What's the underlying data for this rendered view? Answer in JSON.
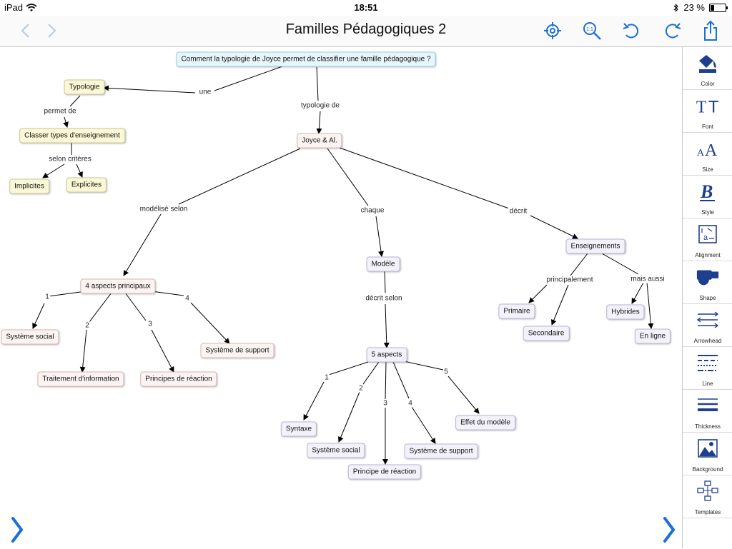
{
  "status": {
    "device": "iPad",
    "time": "18:51",
    "battery": "23 %",
    "battery_level": 0.23
  },
  "nav": {
    "title": "Familles Pédagogiques  2",
    "accent": "#1a6fd8"
  },
  "map": {
    "nodes": {
      "question": "Comment la typologie de Joyce permet de classifier une famille pédagogique ?",
      "typologie": "Typologie",
      "classer": "Classer types d'enseignement",
      "implicites": "Implicites",
      "explicites": "Explicites",
      "joyce": "Joyce & Al.",
      "aspects4": "4 aspects principaux",
      "systeme_social_1": "Système social",
      "traitement": "Traitement d'information",
      "principes": "Principes de réaction",
      "systeme_support_1": "Système de support",
      "modele": "Modèle",
      "aspects5": "5 aspects",
      "syntaxe": "Syntaxe",
      "systeme_social_2": "Système social",
      "principe_reaction": "Principe de réaction",
      "systeme_support_2": "Système de support",
      "effet": "Effet du modèle",
      "enseignements": "Enseignements",
      "primaire": "Primaire",
      "secondaire": "Secondaire",
      "hybrides": "Hybrides",
      "en_ligne": "En ligne"
    },
    "links": {
      "une": "une",
      "typologie_de": "typologie de",
      "permet_de": "permet de",
      "selon_criteres": "selon critères",
      "modelise_selon": "modélisé selon",
      "chaque": "chaque",
      "decrit": "décrit",
      "decrit_selon": "décrit selon",
      "principalement": "principalement",
      "mais_aussi": "mais aussi",
      "n1": "1",
      "n2": "2",
      "n3": "3",
      "n4": "4",
      "m1": "1",
      "m2": "2",
      "m3": "3",
      "m4": "4",
      "m5": "5"
    }
  },
  "sidebar": {
    "color": "Color",
    "font": "Font",
    "size": "Size",
    "style": "Style",
    "alignment": "Alignment",
    "shape": "Shape",
    "arrowhead": "Arrowhead",
    "line": "Line",
    "thickness": "Thickness",
    "background": "Background",
    "templates": "Templates"
  },
  "colors": {
    "question_fill": "#e6f6fb",
    "yellow_fill": "#fbf8d6",
    "pink_fill": "#fcf4f2",
    "lavender_fill": "#f3f2fb",
    "tool_blue": "#1e3f8f"
  }
}
